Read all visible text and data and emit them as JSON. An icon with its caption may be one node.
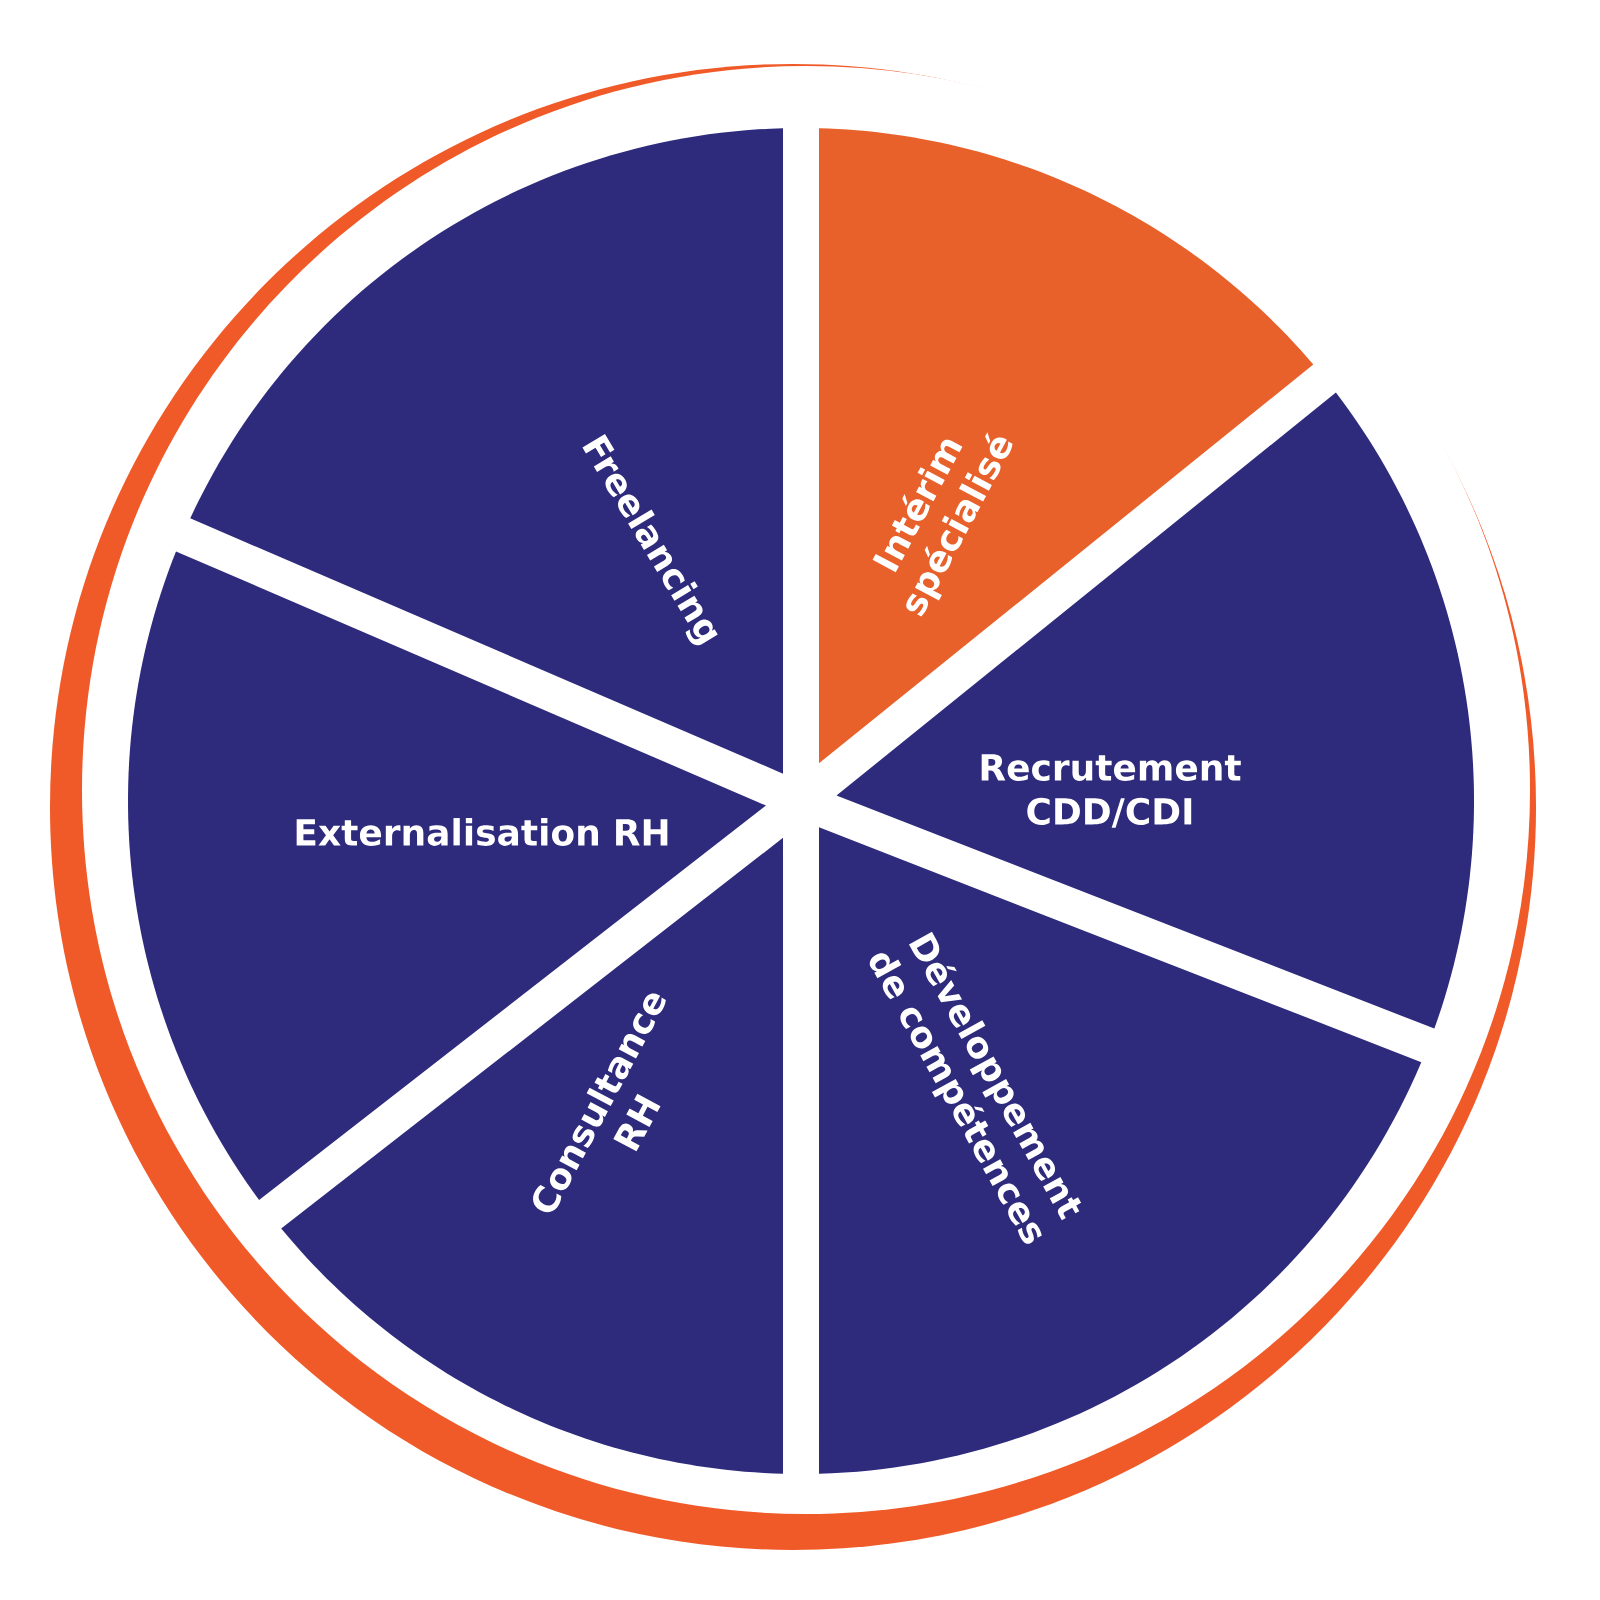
{
  "diagram": {
    "nodes": [
      {
        "text": [
          "Freelancing"
        ]
      },
      {
        "text": [
          "Intérim spécialisé"
        ]
      },
      {
        "text": [
          "Recrutement CDD/CDI"
        ]
      },
      {
        "text": [
          "Développement de compétences"
        ]
      },
      {
        "text": [
          "Consultance RH"
        ]
      },
      {
        "text": [
          "Externalisation RH"
        ]
      }
    ]
  }
}
